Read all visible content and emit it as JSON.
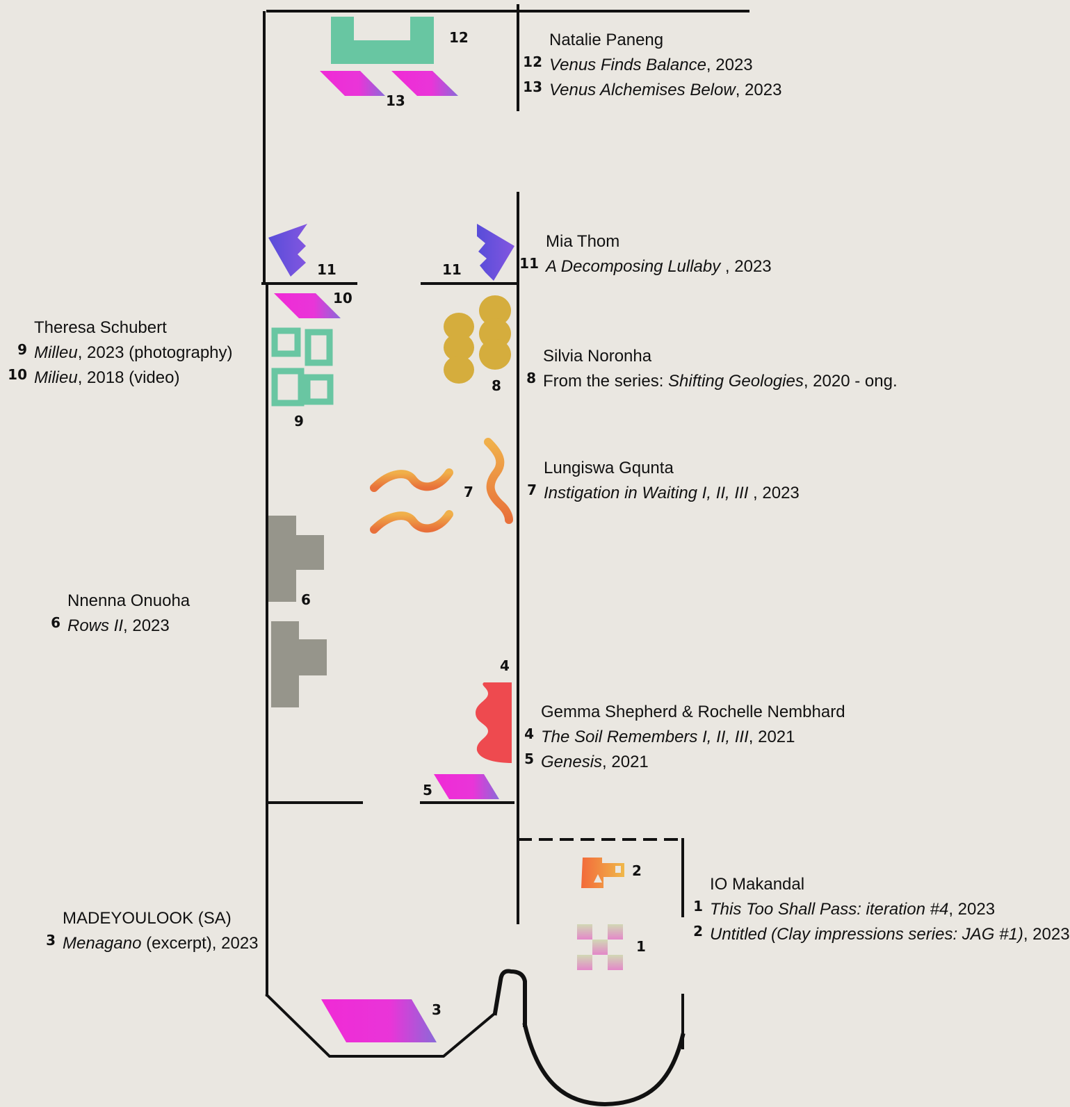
{
  "colors": {
    "background": "#eae7e1",
    "wall": "#111111",
    "magenta": "#ee2ad3",
    "green": "#5cc39c",
    "blue": "#5138d4",
    "ochre": "#d4aa35",
    "orange": "#e8862c",
    "grey": "#8a8a7e",
    "red": "#ee4a4f"
  },
  "artworks": [
    {
      "number": "1",
      "icon": "checker-pattern-icon"
    },
    {
      "number": "2",
      "icon": "orange-block-icon"
    },
    {
      "number": "3",
      "icon": "magenta-parallelogram-icon"
    },
    {
      "number": "4",
      "icon": "red-wave-icon"
    },
    {
      "number": "5",
      "icon": "magenta-parallelogram-icon"
    },
    {
      "number": "6",
      "icon": "grey-cross-icon"
    },
    {
      "number": "7",
      "icon": "orange-squiggle-icon"
    },
    {
      "number": "8",
      "icon": "ochre-blob-icon"
    },
    {
      "number": "9",
      "icon": "green-square-icon"
    },
    {
      "number": "10",
      "icon": "magenta-parallelogram-icon"
    },
    {
      "number": "11",
      "icon": "blue-zigzag-icon"
    },
    {
      "number": "12",
      "icon": "green-u-shape-icon"
    },
    {
      "number": "13",
      "icon": "magenta-parallelogram-icon"
    }
  ],
  "captions": {
    "paneng": {
      "artist": "Natalie Paneng",
      "works": [
        {
          "number": "12",
          "title": "Venus Finds Balance",
          "rest": ", 2023"
        },
        {
          "number": "13",
          "title": "Venus Alchemises Below",
          "rest": ", 2023"
        }
      ]
    },
    "thom": {
      "artist": "Mia Thom",
      "works": [
        {
          "number": "11",
          "title": "A Decomposing Lullaby",
          "rest": " , 2023"
        }
      ]
    },
    "schubert": {
      "artist": "Theresa Schubert",
      "works": [
        {
          "number": "9",
          "title": "Milleu",
          "rest": ", 2023 (photography)"
        },
        {
          "number": "10",
          "title": "Milieu",
          "rest": ", 2018 (video)"
        }
      ]
    },
    "noronha": {
      "artist": "Silvia Noronha",
      "works": [
        {
          "number": "8",
          "prefix": "From the series: ",
          "title": "Shifting Geologies",
          "rest": ", 2020 - ong."
        }
      ]
    },
    "gqunta": {
      "artist": "Lungiswa Gqunta",
      "works": [
        {
          "number": "7",
          "title": "Instigation in Waiting I, II, III",
          "rest": " , 2023"
        }
      ]
    },
    "onuoha": {
      "artist": "Nnenna Onuoha",
      "works": [
        {
          "number": "6",
          "title": "Rows II",
          "rest": ", 2023"
        }
      ]
    },
    "shepherd": {
      "artist": "Gemma Shepherd & Rochelle Nembhard",
      "works": [
        {
          "number": "4",
          "title": "The Soil Remembers I, II, III",
          "rest": ", 2021"
        },
        {
          "number": "5",
          "title": "Genesis",
          "rest": ", 2021"
        }
      ]
    },
    "makandal": {
      "artist": "IO Makandal",
      "works": [
        {
          "number": "1",
          "title": "This Too Shall Pass: iteration #4",
          "rest": ", 2023"
        },
        {
          "number": "2",
          "title": "Untitled (Clay impressions series: JAG #1)",
          "rest": ", 2023"
        }
      ]
    },
    "madeyoulook": {
      "artist": "MADEYOULOOK (SA)",
      "works": [
        {
          "number": "3",
          "title": "Menagano",
          "rest": " (excerpt), 2023"
        }
      ]
    }
  }
}
